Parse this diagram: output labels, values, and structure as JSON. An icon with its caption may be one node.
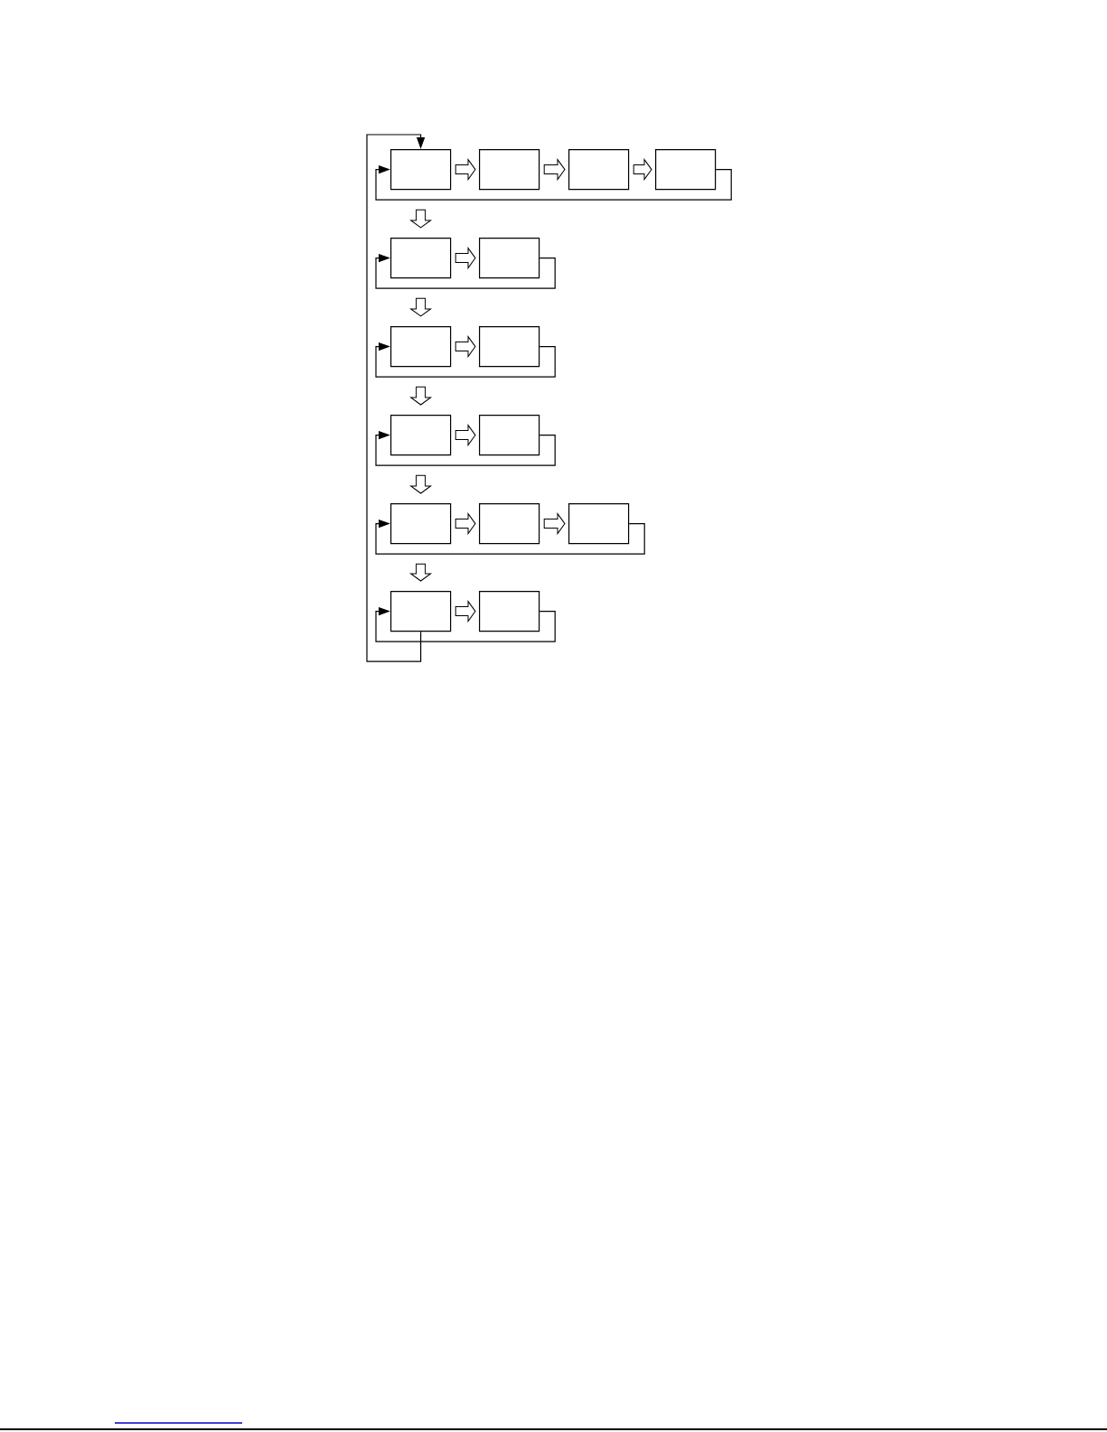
{
  "diagram": {
    "nodes": [
      {
        "text": [],
        "shape": "box"
      },
      {
        "text": [],
        "shape": "box"
      },
      {
        "text": [],
        "shape": "box"
      },
      {
        "text": [],
        "shape": "box"
      },
      {
        "text": [],
        "shape": "box"
      },
      {
        "text": [],
        "shape": "box"
      },
      {
        "text": [],
        "shape": "box"
      },
      {
        "text": [],
        "shape": "box"
      },
      {
        "text": [],
        "shape": "box"
      },
      {
        "text": [],
        "shape": "box"
      },
      {
        "text": [],
        "shape": "box"
      },
      {
        "text": [],
        "shape": "box"
      },
      {
        "text": [],
        "shape": "box"
      },
      {
        "text": [],
        "shape": "box"
      },
      {
        "text": [],
        "shape": "box"
      }
    ],
    "edges": [
      {
        "from": 0,
        "to": 1,
        "arrow": "to",
        "style": "thick"
      },
      {
        "from": 1,
        "to": 2,
        "arrow": "to",
        "style": "thick"
      },
      {
        "from": 2,
        "to": 3,
        "arrow": "to",
        "style": "thick"
      },
      {
        "from": 3,
        "to": 0,
        "arrow": "to"
      },
      {
        "from": 0,
        "to": 4,
        "arrow": "to",
        "style": "thick"
      },
      {
        "from": 4,
        "to": 5,
        "arrow": "to",
        "style": "thick"
      },
      {
        "from": 5,
        "to": 4,
        "arrow": "to"
      },
      {
        "from": 4,
        "to": 6,
        "arrow": "to",
        "style": "thick"
      },
      {
        "from": 6,
        "to": 7,
        "arrow": "to",
        "style": "thick"
      },
      {
        "from": 7,
        "to": 6,
        "arrow": "to"
      },
      {
        "from": 6,
        "to": 8,
        "arrow": "to",
        "style": "thick"
      },
      {
        "from": 8,
        "to": 9,
        "arrow": "to",
        "style": "thick"
      },
      {
        "from": 9,
        "to": 8,
        "arrow": "to"
      },
      {
        "from": 8,
        "to": 10,
        "arrow": "to",
        "style": "thick"
      },
      {
        "from": 10,
        "to": 11,
        "arrow": "to",
        "style": "thick"
      },
      {
        "from": 11,
        "to": 12,
        "arrow": "to",
        "style": "thick"
      },
      {
        "from": 12,
        "to": 10,
        "arrow": "to"
      },
      {
        "from": 10,
        "to": 13,
        "arrow": "to",
        "style": "thick"
      },
      {
        "from": 13,
        "to": 14,
        "arrow": "to",
        "style": "thick"
      },
      {
        "from": 14,
        "to": 13,
        "arrow": "to"
      },
      {
        "from": 13,
        "to": 0,
        "arrow": "to"
      }
    ]
  }
}
